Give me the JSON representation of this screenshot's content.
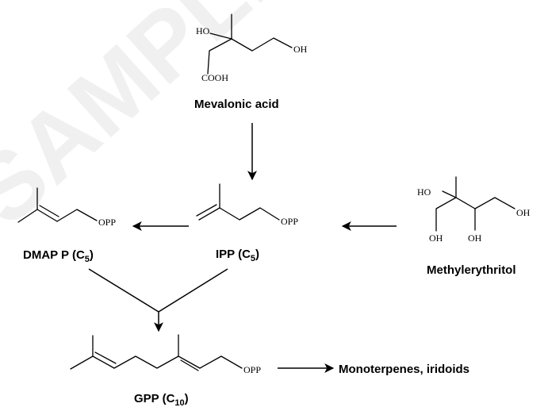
{
  "watermark": "SAMPLE",
  "molecules": {
    "mevalonic_acid": {
      "label": "Mevalonic acid",
      "groups": {
        "ho": "HO",
        "oh": "OH",
        "cooh": "COOH"
      }
    },
    "methylerythritol": {
      "label": "Methylerythritol",
      "groups": {
        "ho": "HO",
        "oh_right": "OH",
        "oh_left": "OH",
        "oh_mid": "OH"
      }
    },
    "ipp": {
      "label_main": "IPP (C",
      "label_sub": "5",
      "label_end": ")",
      "group": "OPP"
    },
    "dmapp": {
      "label_main": "DMAP  P (C",
      "label_sub": "5",
      "label_end": ")",
      "group": "OPP"
    },
    "gpp": {
      "label_main": "GPP (C",
      "label_sub": "10",
      "label_end": ")",
      "group": "OPP"
    }
  },
  "products": "Monoterpenes, iridoids"
}
